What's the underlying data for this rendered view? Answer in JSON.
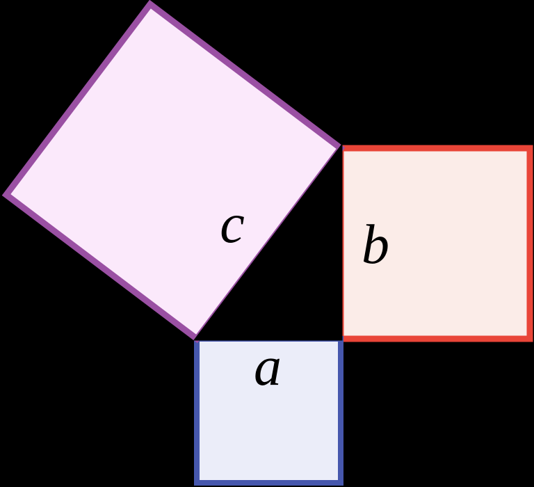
{
  "labels": {
    "hypotenuse": "c",
    "vertical_leg": "b",
    "horizontal_leg": "a"
  },
  "colors": {
    "background": "#000000",
    "square_c_fill": "#fbe9fb",
    "square_c_stroke": "#9a50a3",
    "square_b_fill": "#fbece8",
    "square_b_stroke": "#e94538",
    "square_a_fill": "#ebedf9",
    "square_a_stroke": "#4657ad",
    "triangle_fill": "#000000",
    "triangle_stroke": "#000000",
    "label_color": "#000000"
  }
}
